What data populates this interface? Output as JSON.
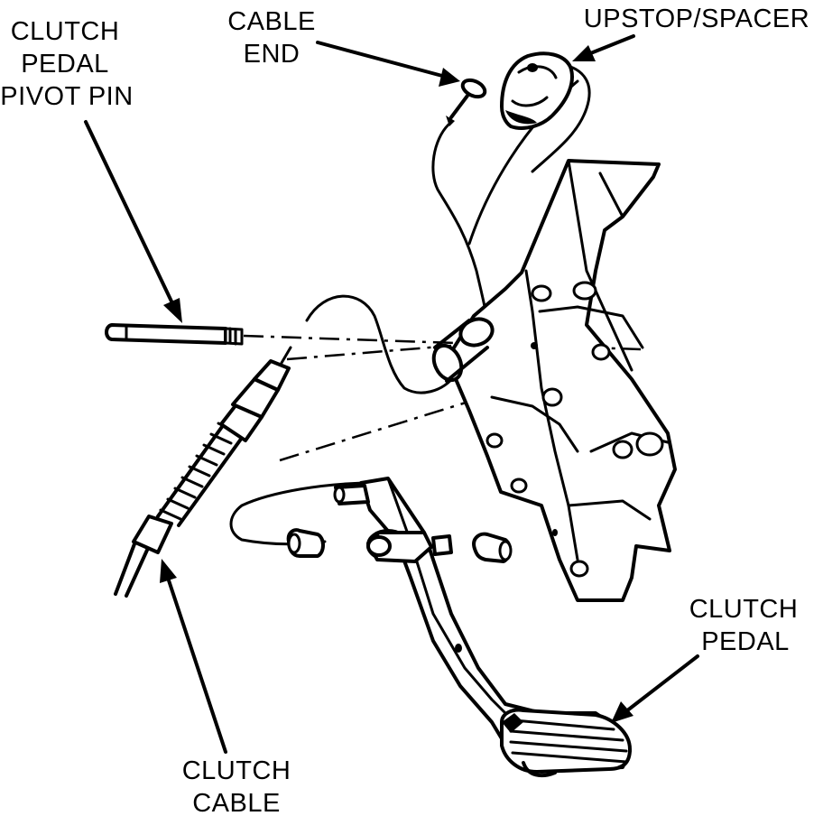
{
  "labels": {
    "clutch_pedal_pivot_pin": [
      "CLUTCH",
      "PEDAL",
      "PIVOT PIN"
    ],
    "cable_end": [
      "CABLE",
      "END"
    ],
    "upstop_spacer": [
      "UPSTOP/SPACER"
    ],
    "clutch_pedal": [
      "CLUTCH",
      "PEDAL"
    ],
    "clutch_cable": [
      "CLUTCH",
      "CABLE"
    ]
  }
}
